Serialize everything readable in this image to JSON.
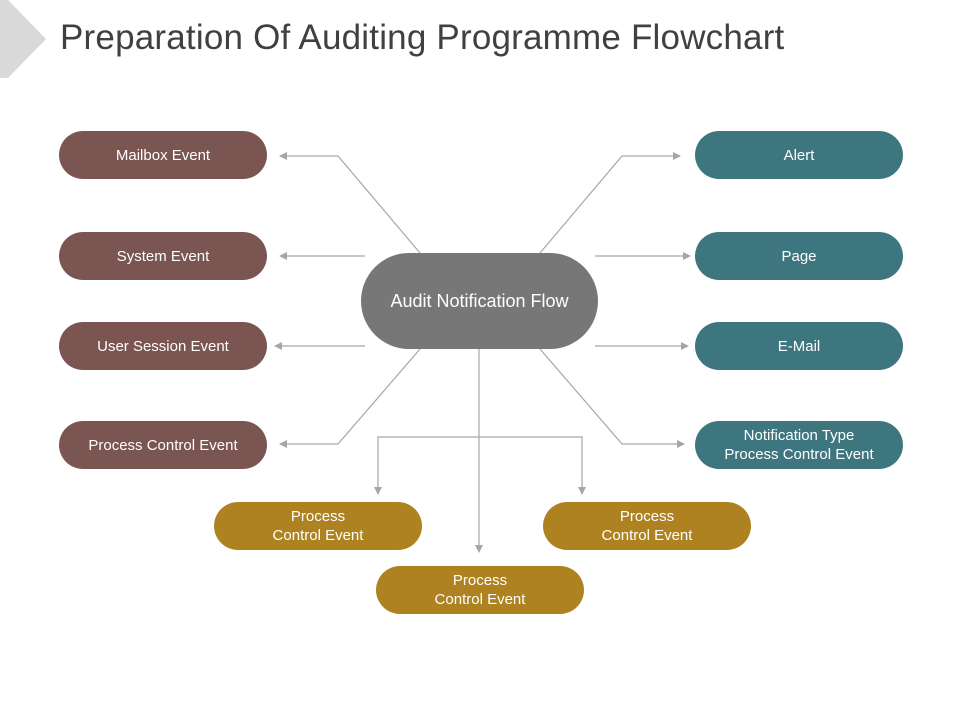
{
  "title": "Preparation Of Auditing Programme Flowchart",
  "colors": {
    "left_nodes": "#7a5551",
    "right_nodes": "#3e7680",
    "bottom_nodes": "#ae8221",
    "center_node": "#777777",
    "connector": "#a6a6a6",
    "corner_chevron": "#d9d9d9",
    "title_text": "#404040"
  },
  "center": {
    "label": "Audit Notification Flow"
  },
  "left_nodes": [
    {
      "label": "Mailbox Event"
    },
    {
      "label": "System Event"
    },
    {
      "label": "User Session Event"
    },
    {
      "label": "Process Control Event"
    }
  ],
  "right_nodes": [
    {
      "label": "Alert"
    },
    {
      "label": "Page"
    },
    {
      "label": "E-Mail"
    },
    {
      "label": "Notification Type\nProcess Control Event"
    }
  ],
  "bottom_nodes": [
    {
      "label": "Process\nControl Event"
    },
    {
      "label": "Process\nControl Event"
    },
    {
      "label": "Process\nControl Event"
    }
  ]
}
